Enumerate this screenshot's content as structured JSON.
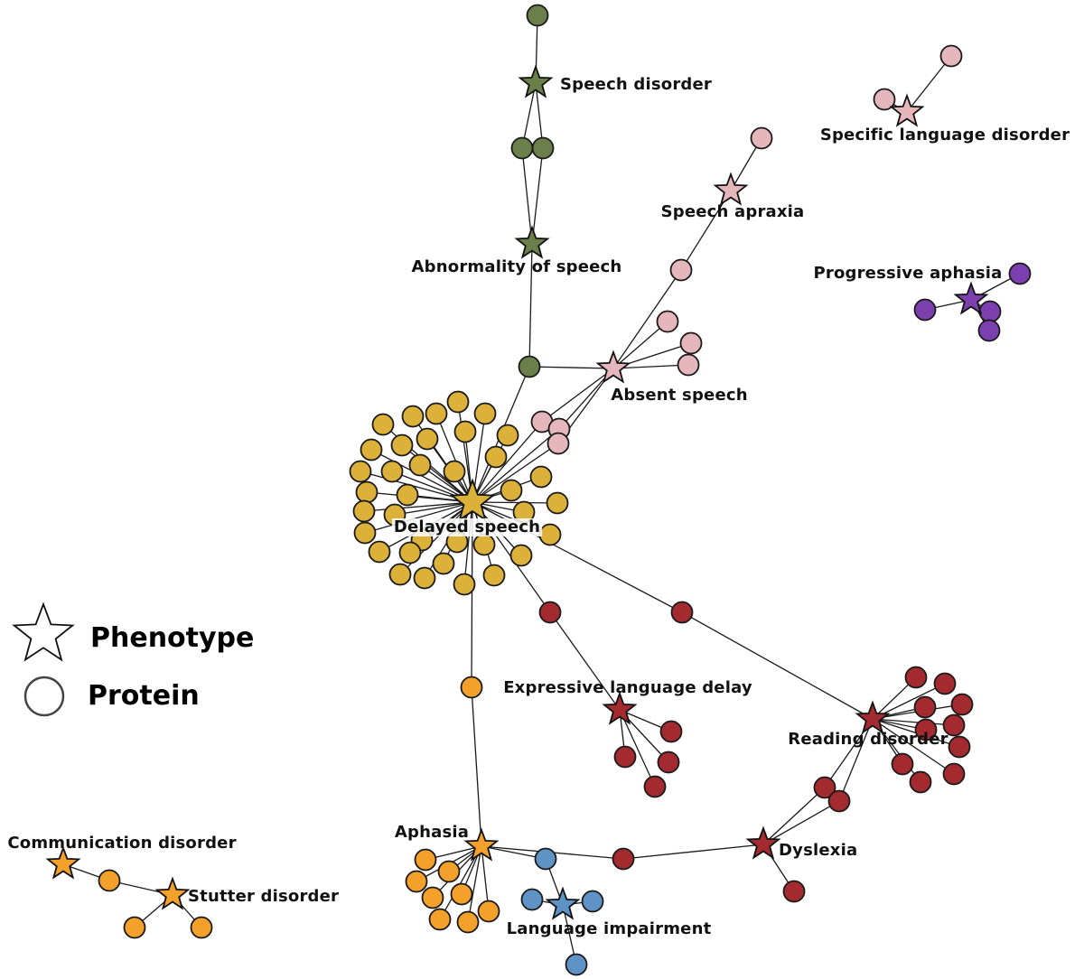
{
  "colors": {
    "green": "#6b7f4a",
    "pink": "#e6b6bd",
    "purple": "#7b3fb0",
    "yellow": "#dcb13a",
    "red": "#a32a2f",
    "orange": "#f4a12b",
    "blue": "#5f93c6",
    "legend_star": "#ffffff",
    "legend_circle": "#ffffff"
  },
  "legend": {
    "phenotype_label": "Phenotype",
    "protein_label": "Protein"
  },
  "phenotypes": [
    {
      "id": "speech_disorder",
      "label": "Speech disorder",
      "color": "green"
    },
    {
      "id": "abnormality_of_speech",
      "label": "Abnormality of speech",
      "color": "green"
    },
    {
      "id": "specific_language_disorder",
      "label": "Specific language disorder",
      "color": "pink"
    },
    {
      "id": "speech_apraxia",
      "label": "Speech apraxia",
      "color": "pink"
    },
    {
      "id": "progressive_aphasia",
      "label": "Progressive aphasia",
      "color": "purple"
    },
    {
      "id": "absent_speech",
      "label": "Absent speech",
      "color": "pink"
    },
    {
      "id": "delayed_speech",
      "label": "Delayed speech",
      "color": "yellow"
    },
    {
      "id": "expressive_language_delay",
      "label": "Expressive language delay",
      "color": "red"
    },
    {
      "id": "reading_disorder",
      "label": "Reading disorder",
      "color": "red"
    },
    {
      "id": "dyslexia",
      "label": "Dyslexia",
      "color": "red"
    },
    {
      "id": "aphasia",
      "label": "Aphasia",
      "color": "orange"
    },
    {
      "id": "language_impairment",
      "label": "Language impairment",
      "color": "blue"
    },
    {
      "id": "communication_disorder",
      "label": "Communication disorder",
      "color": "orange"
    },
    {
      "id": "stutter_disorder",
      "label": "Stutter disorder",
      "color": "orange"
    }
  ]
}
